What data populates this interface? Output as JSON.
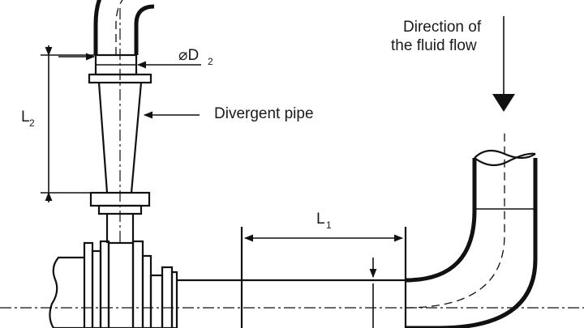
{
  "labels": {
    "diameter_prefix": "⌀D",
    "diameter_sub": "2",
    "l2_main": "L",
    "l2_sub": "2",
    "l1_main": "L",
    "l1_sub": "1",
    "divergent_pipe": "Divergent pipe",
    "flow_line1": "Direction of",
    "flow_line2": "the fluid flow"
  },
  "colors": {
    "line": "#111111",
    "background": "#ffffff"
  }
}
